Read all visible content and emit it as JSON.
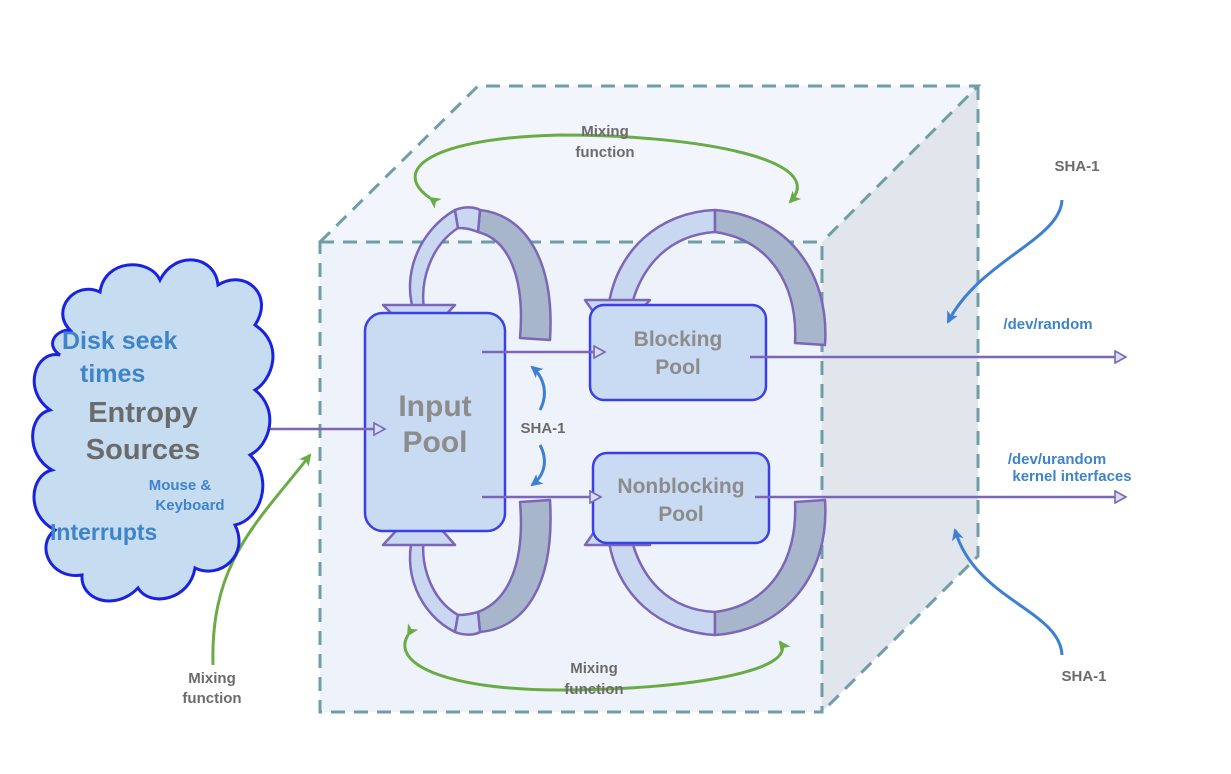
{
  "cloud": {
    "disk_seek_line1": "Disk seek",
    "disk_seek_line2": "times",
    "entropy_line1": "Entropy",
    "entropy_line2": "Sources",
    "mouse_line1": "Mouse &",
    "mouse_line2": "Keyboard",
    "interrupts": "Interrupts"
  },
  "pools": {
    "input_line1": "Input",
    "input_line2": "Pool",
    "blocking_line1": "Blocking",
    "blocking_line2": "Pool",
    "nonblocking_line1": "Nonblocking",
    "nonblocking_line2": "Pool"
  },
  "labels": {
    "mix_top_line1": "Mixing",
    "mix_top_line2": "function",
    "mix_bottom_line1": "Mixing",
    "mix_bottom_line2": "function",
    "mix_left_line1": "Mixing",
    "mix_left_line2": "function",
    "sha_center": "SHA-1",
    "sha_top_right": "SHA-1",
    "sha_bottom_right": "SHA-1",
    "dev_random": "/dev/random",
    "dev_urandom": "/dev/urandom",
    "kernel_interfaces": "kernel interfaces"
  },
  "colors": {
    "cloud_fill": "#c6dcf1",
    "cloud_stroke": "#1a22e0",
    "blue_text": "#3f83c9",
    "gray_text": "#6b6b6b",
    "pool_fill": "#c9dbf2",
    "pool_stroke": "#3b3fe8",
    "pool_text": "#8c8c8c",
    "purple": "#7b66b8",
    "green": "#6aab45",
    "sha_blue": "#3d7fd3",
    "cube_dash": "#6f9ea6",
    "cube_face": "#eef3fb",
    "cube_side": "#e1e5ec"
  }
}
